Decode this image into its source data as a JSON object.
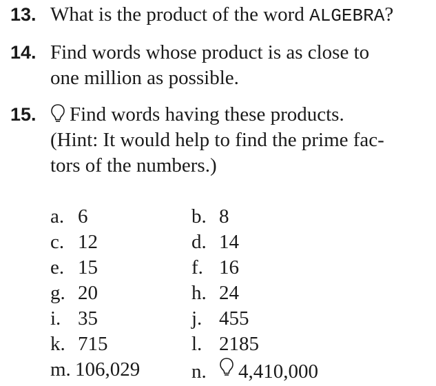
{
  "problems": [
    {
      "number": "13.",
      "text_before": "What is the product of the word ",
      "word": "ALGEBRA",
      "text_after": "?"
    },
    {
      "number": "14.",
      "line1": "Find words whose product is as close to",
      "line2": "one million as possible."
    },
    {
      "number": "15.",
      "icon": "lightbulb-icon",
      "line1": "Find words having these products.",
      "line2": "(Hint: It would help to find the prime fac-",
      "line3": "tors of the numbers.)"
    }
  ],
  "answers": [
    [
      {
        "label": "a.",
        "value": "6"
      },
      {
        "label": "b.",
        "value": "8"
      }
    ],
    [
      {
        "label": "c.",
        "value": "12"
      },
      {
        "label": "d.",
        "value": "14"
      }
    ],
    [
      {
        "label": "e.",
        "value": "15"
      },
      {
        "label": "f.",
        "value": "16"
      }
    ],
    [
      {
        "label": "g.",
        "value": "20"
      },
      {
        "label": "h.",
        "value": "24"
      }
    ],
    [
      {
        "label": "i.",
        "value": "35"
      },
      {
        "label": "j.",
        "value": "455"
      }
    ],
    [
      {
        "label": "k.",
        "value": "715"
      },
      {
        "label": "l.",
        "value": "2185"
      }
    ],
    [
      {
        "label": "m.",
        "value": "106,029"
      },
      {
        "label": "n.",
        "value": "4,410,000",
        "icon": "lightbulb-icon"
      }
    ]
  ]
}
